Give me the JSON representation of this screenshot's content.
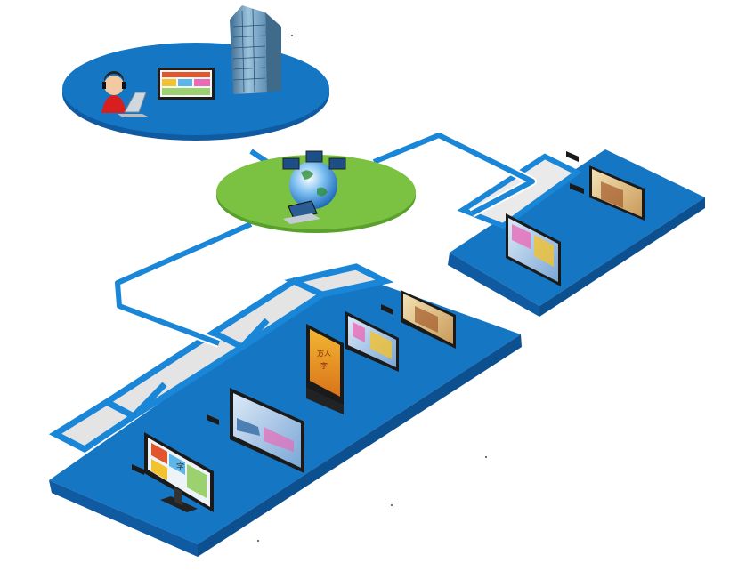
{
  "colors": {
    "platform_top": "#1576c4",
    "platform_side": "#0f5aa0",
    "cable": "#1a86d8",
    "cable_border": "#ffffff",
    "cloud_green": "#7cc242",
    "cloud_green_dark": "#5aa02c",
    "background": "#ffffff"
  },
  "screens": {
    "kiosk": {
      "line1": "方人",
      "line2": "字"
    },
    "tv_front": {
      "label": "字"
    }
  }
}
